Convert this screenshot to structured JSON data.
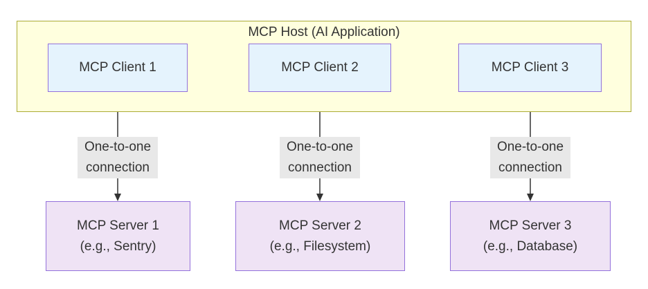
{
  "host": {
    "title": "MCP Host (AI Application)"
  },
  "clients": [
    {
      "label": "MCP Client 1"
    },
    {
      "label": "MCP Client 2"
    },
    {
      "label": "MCP Client 3"
    }
  ],
  "connections": [
    {
      "line1": "One-to-one",
      "line2": "connection"
    },
    {
      "line1": "One-to-one",
      "line2": "connection"
    },
    {
      "line1": "One-to-one",
      "line2": "connection"
    }
  ],
  "servers": [
    {
      "line1": "MCP Server 1",
      "line2": "(e.g., Sentry)"
    },
    {
      "line1": "MCP Server 2",
      "line2": "(e.g., Filesystem)"
    },
    {
      "line1": "MCP Server 3",
      "line2": "(e.g., Database)"
    }
  ],
  "colors": {
    "host_fill": "#ffffde",
    "host_border": "#aaaa33",
    "client_fill": "#e5f3fd",
    "server_fill": "#efe3f5",
    "node_border": "#9370db",
    "edge_label_bg": "#e8e8e8",
    "edge_line": "#333333"
  }
}
